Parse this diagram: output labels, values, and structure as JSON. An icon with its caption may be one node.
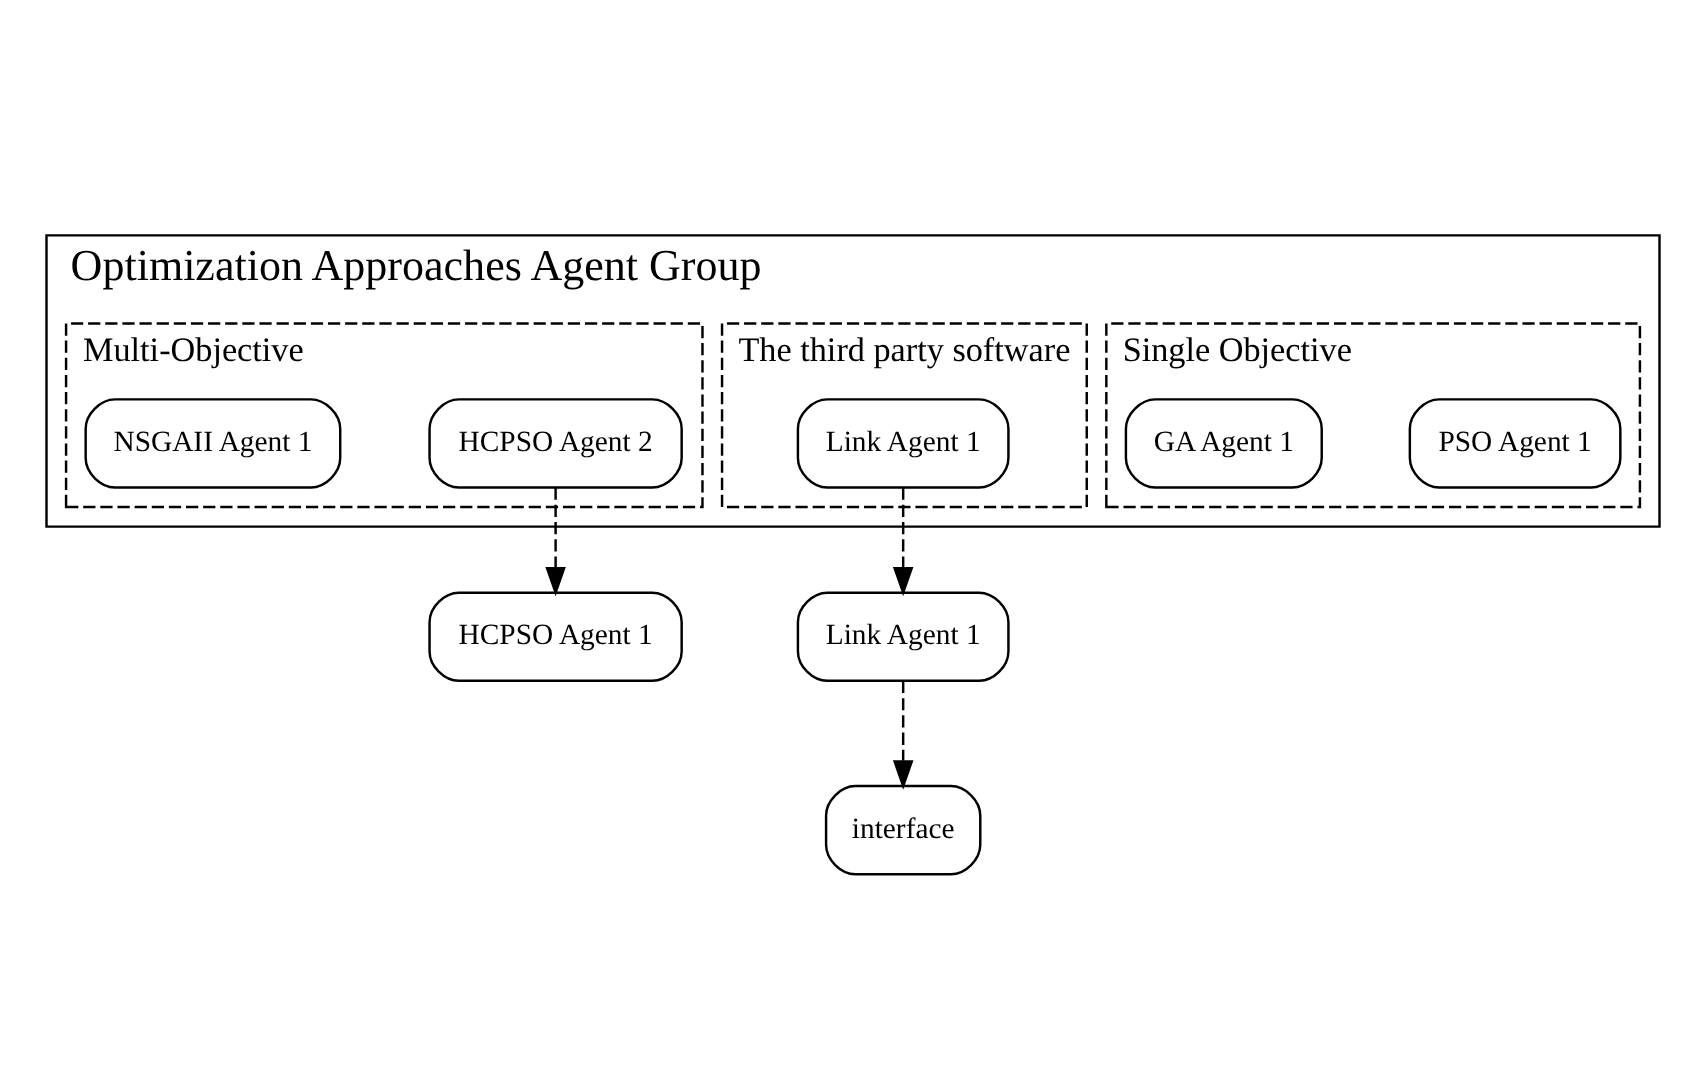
{
  "diagram": {
    "nodes": [
      {
        "text": [
          "Optimization Approaches Agent Group"
        ]
      },
      {
        "text": [
          "Single Objective"
        ],
        "in": 0
      },
      {
        "text": [
          "PSO Agent 1"
        ],
        "in": 1
      },
      {
        "text": [
          "GA Agent 1"
        ],
        "in": 1
      },
      {
        "text": [
          "Multi-Objective"
        ],
        "in": 0
      },
      {
        "text": [
          "HCPSO Agent 2"
        ],
        "in": 4
      },
      {
        "text": [
          "NSGAII Agent 1"
        ],
        "in": 4
      },
      {
        "text": [
          "The third party software"
        ],
        "in": 0
      },
      {
        "text": [
          "Link Agent 1"
        ],
        "in": 7
      },
      {
        "text": [
          "Link Agent 1"
        ]
      },
      {
        "text": [
          "interface"
        ]
      },
      {
        "text": [
          "HCPSO Agent 1"
        ]
      }
    ],
    "edges": [
      {
        "from": 5,
        "to": 11,
        "arrow": "to",
        "style": "dashed"
      },
      {
        "from": 8,
        "to": 9,
        "arrow": "to",
        "style": "dashed"
      },
      {
        "from": 9,
        "to": 10,
        "arrow": "to",
        "style": "dashed"
      }
    ]
  }
}
